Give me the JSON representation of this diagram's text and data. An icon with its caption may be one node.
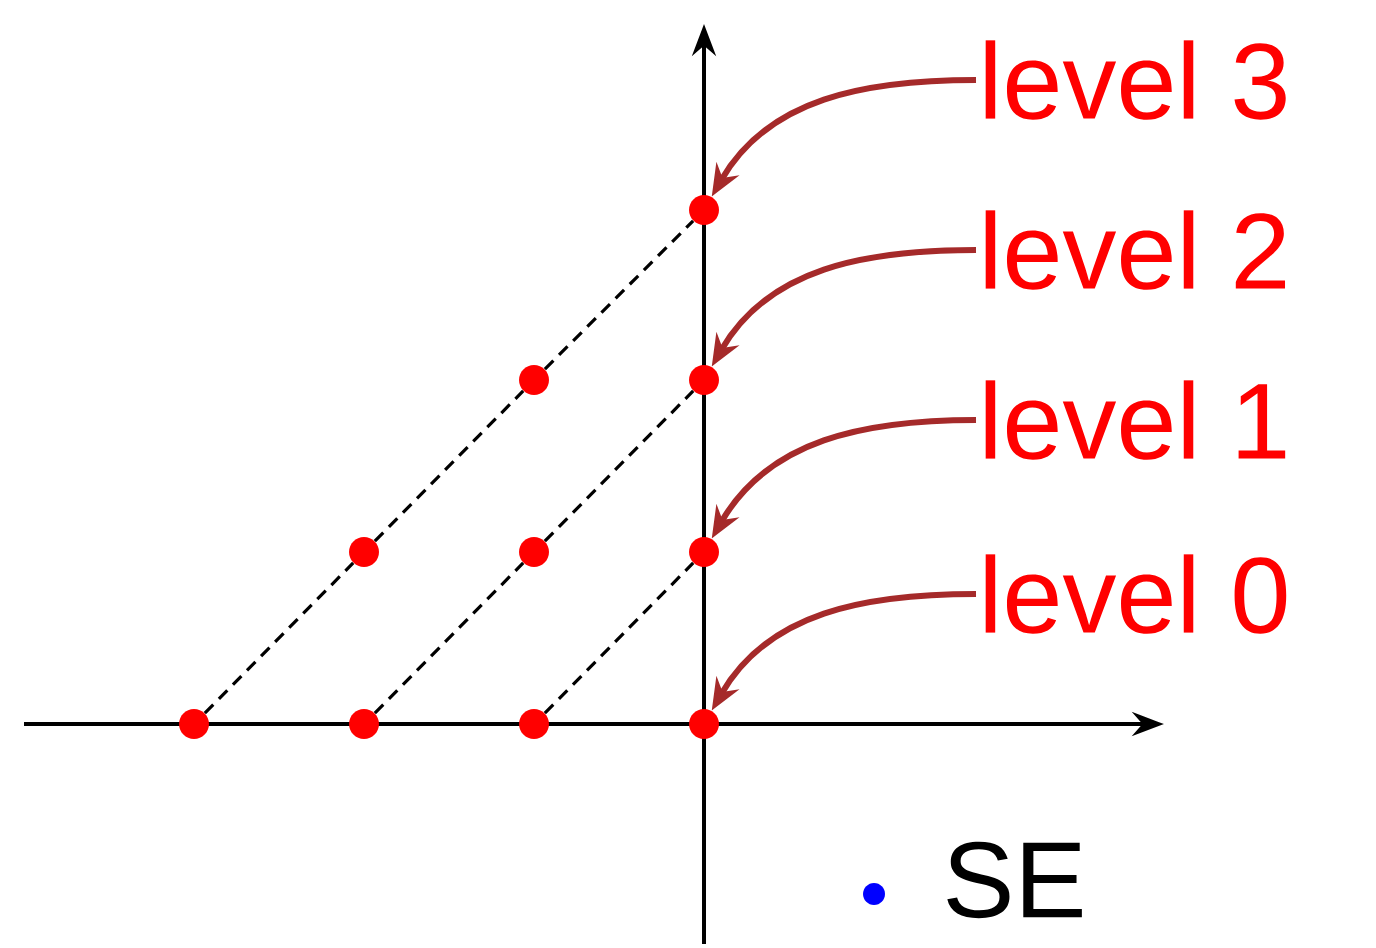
{
  "diagram": {
    "nodes": [
      {
        "text": [
          "level 3"
        ]
      },
      {
        "text": [
          "level 2"
        ]
      },
      {
        "text": [
          "level 1"
        ]
      },
      {
        "text": [
          "level 0"
        ]
      },
      {
        "text": [],
        "shape": "circle"
      },
      {
        "text": [],
        "shape": "circle"
      },
      {
        "text": [],
        "shape": "circle"
      },
      {
        "text": [],
        "shape": "circle"
      },
      {
        "text": [],
        "shape": "circle"
      },
      {
        "text": [],
        "shape": "circle"
      },
      {
        "text": [],
        "shape": "circle"
      },
      {
        "text": [],
        "shape": "circle"
      },
      {
        "text": [],
        "shape": "circle"
      },
      {
        "text": [],
        "shape": "circle"
      }
    ],
    "edges": [
      {
        "from": 0,
        "to": 4,
        "arrow": "to",
        "color": "#a52a2a"
      },
      {
        "from": 1,
        "to": 6,
        "arrow": "to",
        "color": "#a52a2a"
      },
      {
        "from": 2,
        "to": 9,
        "arrow": "to",
        "color": "#a52a2a"
      },
      {
        "from": 3,
        "to": 13,
        "arrow": "to",
        "color": "#a52a2a"
      },
      {
        "from": 10,
        "to": 7,
        "arrow": "none",
        "style": "dashed"
      },
      {
        "from": 7,
        "to": 5,
        "arrow": "none",
        "style": "dashed"
      },
      {
        "from": 5,
        "to": 4,
        "arrow": "none",
        "style": "dashed"
      },
      {
        "from": 11,
        "to": 8,
        "arrow": "none",
        "style": "dashed"
      },
      {
        "from": 8,
        "to": 6,
        "arrow": "none",
        "style": "dashed"
      },
      {
        "from": 12,
        "to": 9,
        "arrow": "none",
        "style": "dashed"
      }
    ],
    "legend": [
      {
        "text": "SE",
        "color": "#0000ff"
      }
    ]
  }
}
